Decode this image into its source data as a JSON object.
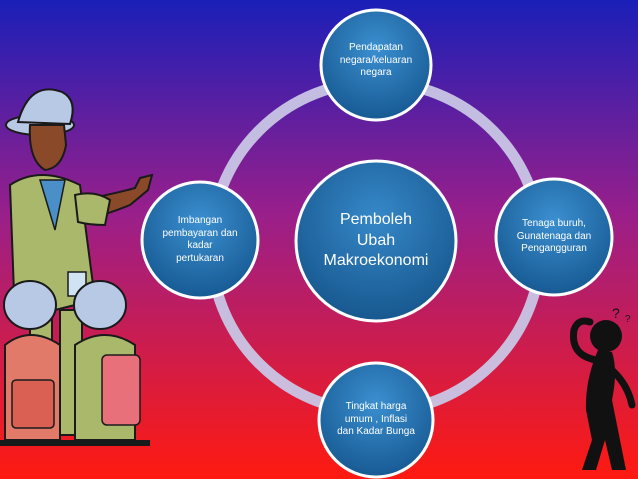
{
  "diagram": {
    "center": {
      "label": "Pemboleh\nUbah\nMakroekonomi"
    },
    "nodes": [
      {
        "id": "top",
        "label": "Pendapatan\nnegara/keluaran\nnegara"
      },
      {
        "id": "right",
        "label": "Tenaga buruh,\nGunatenaga dan\nPengangguran"
      },
      {
        "id": "bottom",
        "label": "Tingkat harga\numum , Inflasi\ndan Kadar Bunga"
      },
      {
        "id": "left",
        "label": "Imbangan\npembayaran dan\nkadar\npertukaran"
      }
    ]
  },
  "colors": {
    "background_top": "#1a1fb8",
    "background_mid": "#a0207a",
    "background_bottom": "#ff1a10",
    "node_fill": "#1f6fae",
    "node_fill_light": "#3b8fd0",
    "ring": "#c9c6e6",
    "text": "#ffffff"
  },
  "decorations": {
    "left_clipart": "teacher-with-students-illustration",
    "right_clipart": "confused-stick-figure-with-question-marks"
  }
}
